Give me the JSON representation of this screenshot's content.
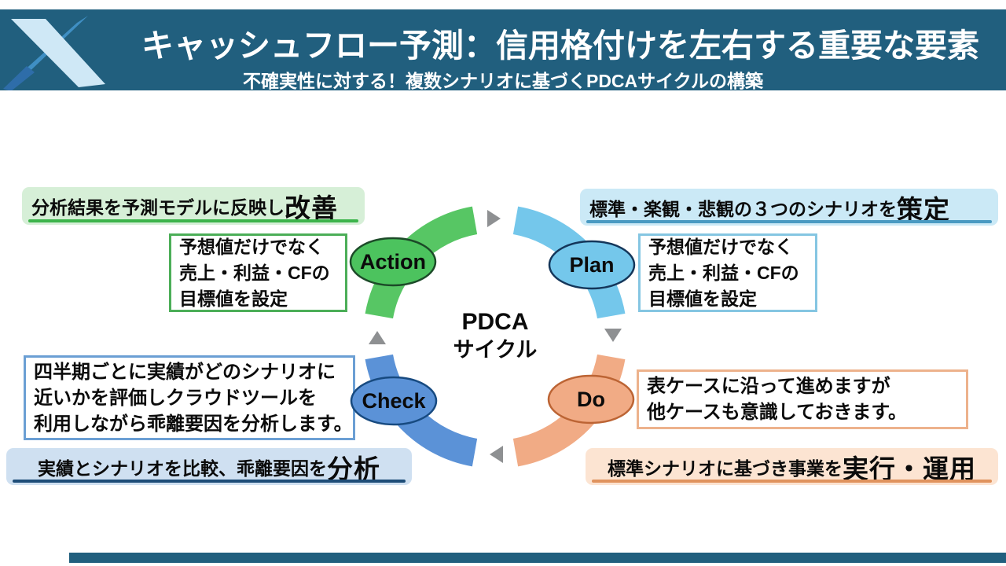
{
  "header": {
    "title": "キャッシュフロー予測：信用格付けを左右する重要な要素",
    "subtitle": "不確実性に対する！複数シナリオに基づくPDCAサイクルの構築"
  },
  "cycle": {
    "center_line1": "PDCA",
    "center_line2": "サイクル",
    "nodes": [
      {
        "id": "plan",
        "label": "Plan",
        "fill": "#74c7eb",
        "border": "#14365a"
      },
      {
        "id": "do",
        "label": "Do",
        "fill": "#f1ab85",
        "border": "#bc6434"
      },
      {
        "id": "check",
        "label": "Check",
        "fill": "#5b92d7",
        "border": "#174a80"
      },
      {
        "id": "action",
        "label": "Action",
        "fill": "#4cc35e",
        "border": "#1c4a28"
      }
    ],
    "arrow_color": "#8e9092"
  },
  "ribbons": [
    {
      "id": "action",
      "text": "分析結果を予測モデルに反映し",
      "emphasis": "改善",
      "bg": "#d6efd7",
      "underline": "#3cb44b"
    },
    {
      "id": "plan",
      "text": "標準・楽観・悲観の３つのシナリオを",
      "emphasis": "策定",
      "bg": "#cbe9f6",
      "underline": "#4a9ac2"
    },
    {
      "id": "check",
      "text": "実績とシナリオを比較、乖離要因を",
      "emphasis": "分析",
      "bg": "#cfe0f1",
      "underline": "#1e4d78"
    },
    {
      "id": "do",
      "text": "標準シナリオに基づき事業を",
      "emphasis": "実行・運用",
      "bg": "#fce4d2",
      "underline": "#e0935e"
    }
  ],
  "notes": [
    {
      "id": "action",
      "border": "#4cae58",
      "lines": [
        "予想値だけでなく",
        "売上・利益・CFの",
        "目標値を設定"
      ]
    },
    {
      "id": "plan",
      "border": "#85c6e2",
      "lines": [
        "予想値だけでなく",
        "売上・利益・CFの",
        "目標値を設定"
      ]
    },
    {
      "id": "check",
      "border": "#6b9fd4",
      "lines": [
        "四半期ごとに実績がどのシナリオに",
        "近いかを評価しクラウドツールを",
        "利用しながら乖離要因を分析します。"
      ]
    },
    {
      "id": "do",
      "border": "#edb28c",
      "lines": [
        "表ケースに沿って進めますが",
        "他ケースも意識しておきます。"
      ]
    }
  ],
  "palette": {
    "header_navy": "#215f7e",
    "arc_green": "#57c664",
    "arc_lightblue": "#74c7eb",
    "arc_blue": "#5b92d7",
    "arc_peach": "#f1ab85",
    "arrow_gray": "#8e9092"
  }
}
